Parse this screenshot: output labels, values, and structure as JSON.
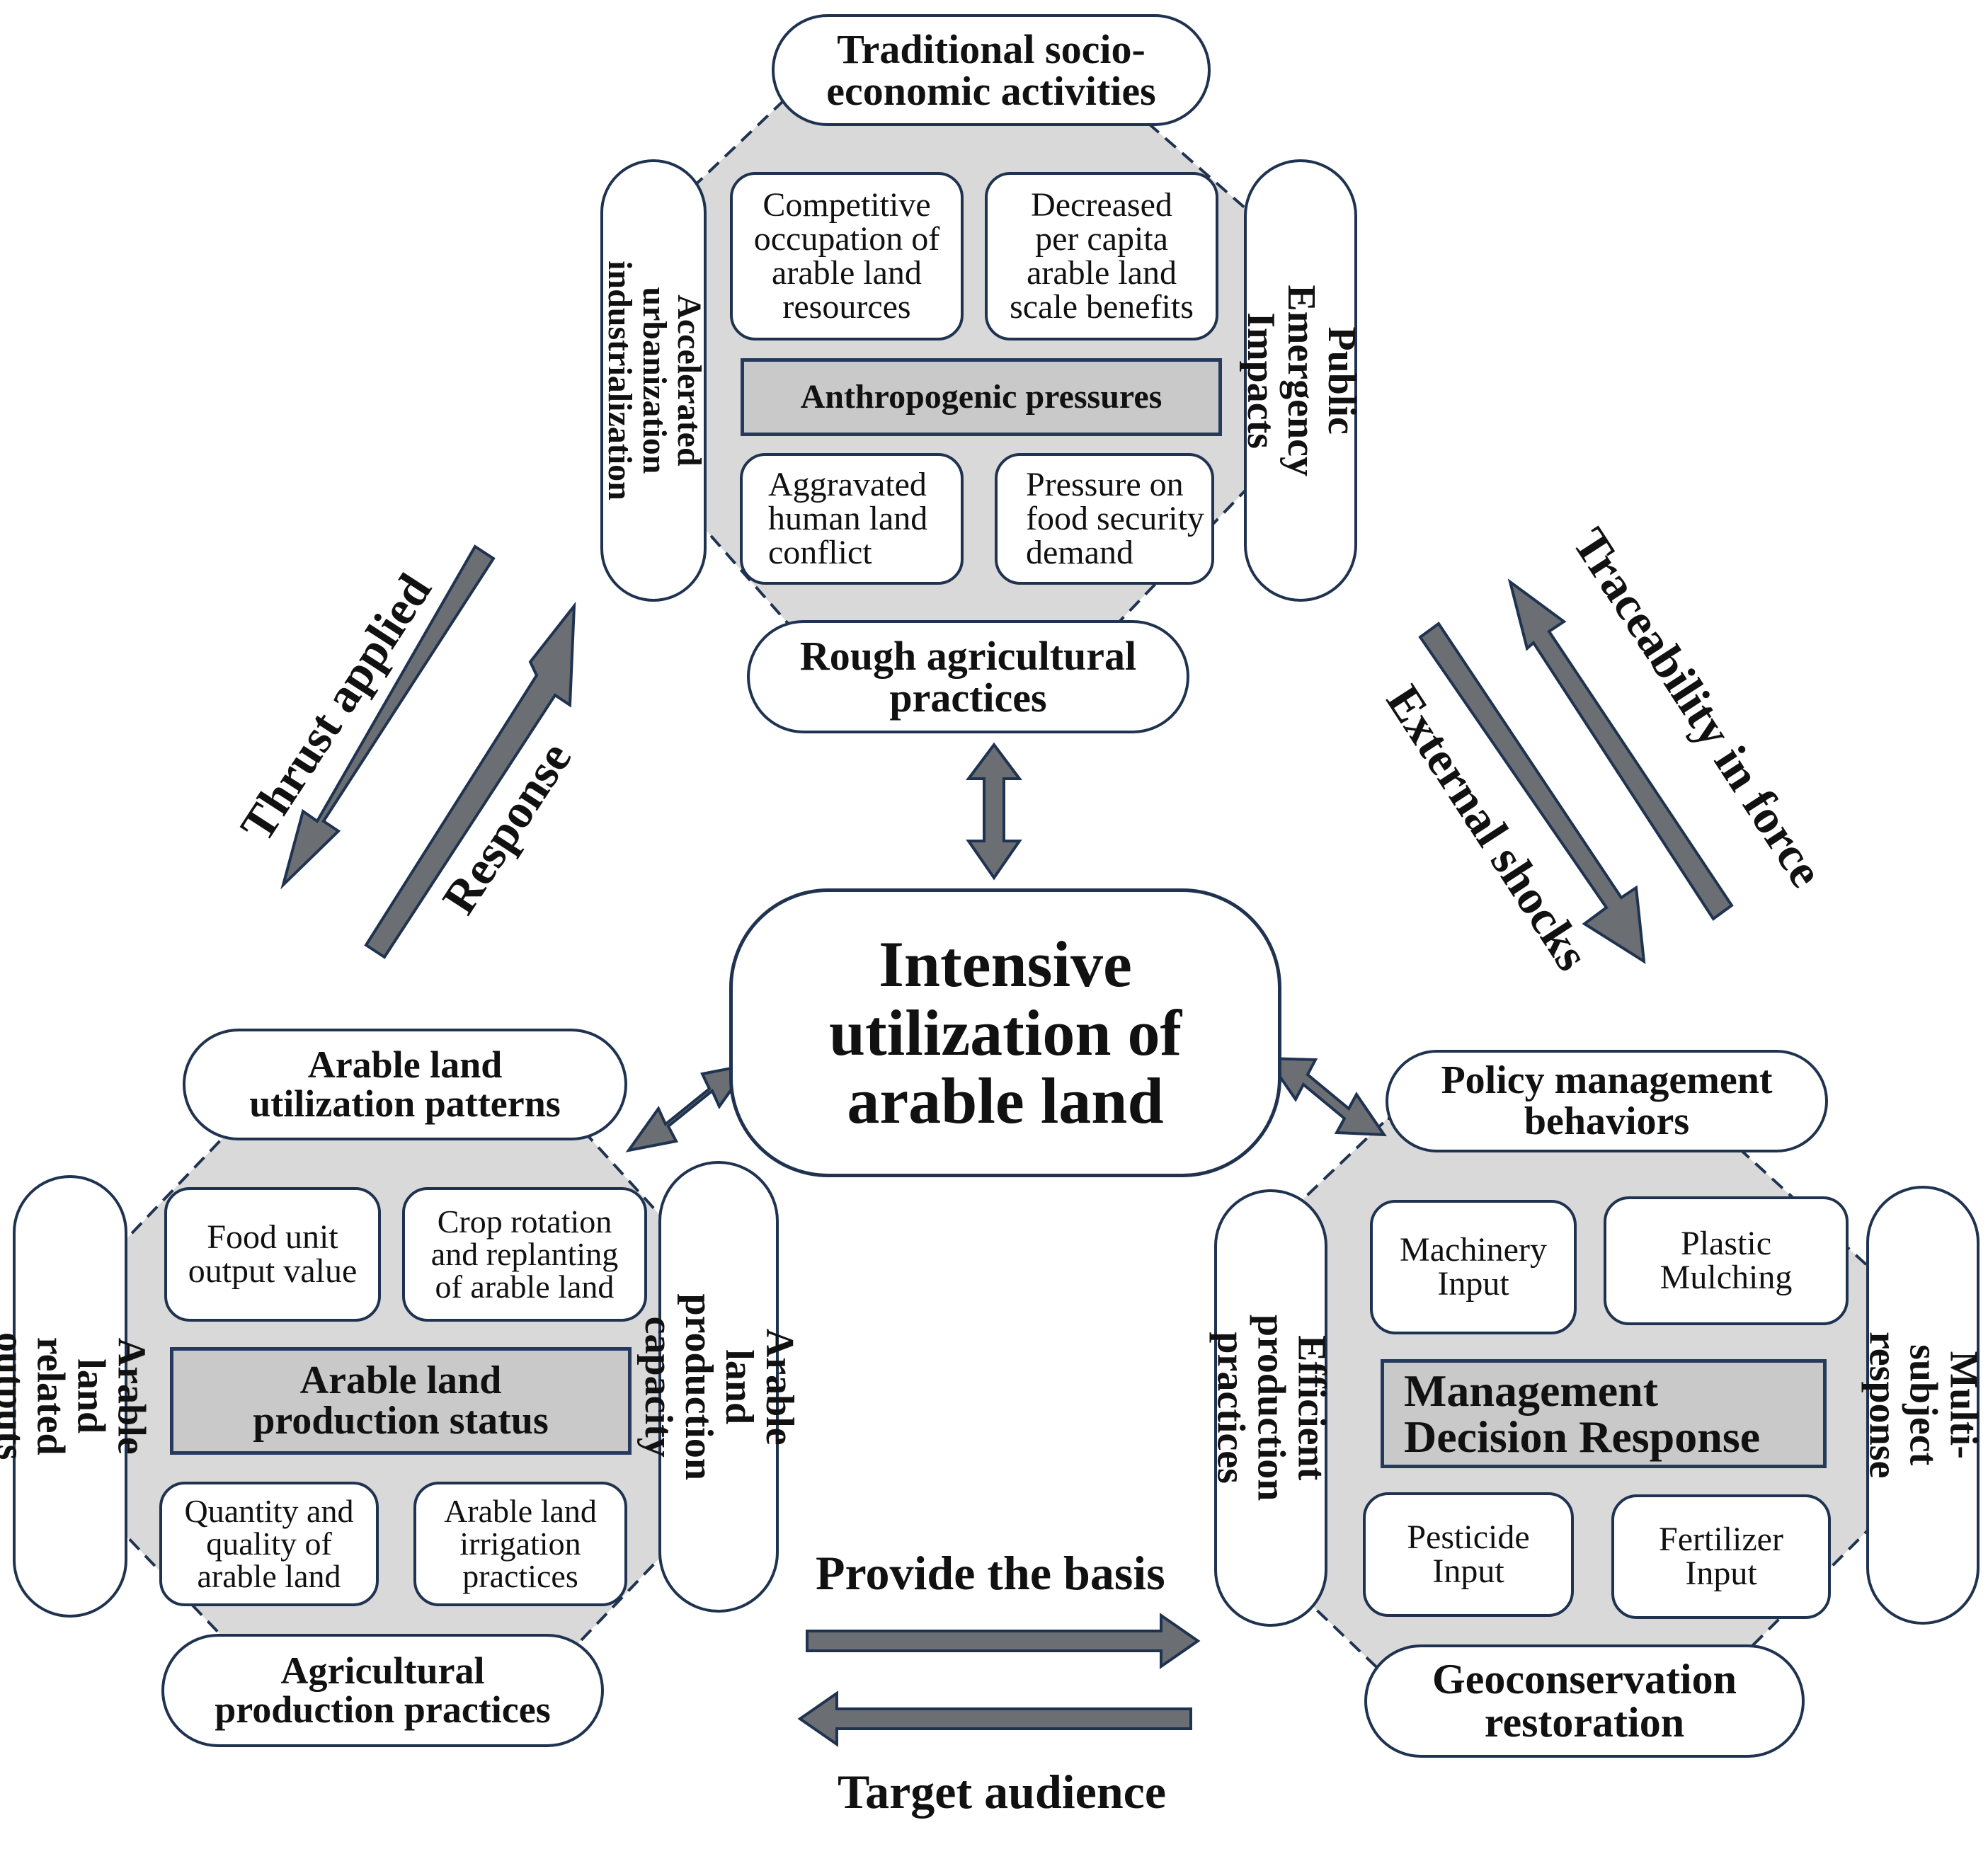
{
  "center": {
    "title": "Intensive\nutilization of\narable land"
  },
  "top": {
    "header": "Traditional socio-\neconomic activities",
    "left": "Accelerated urbanization\nindustrialization",
    "right": "Public Emergency\nImpacts",
    "bottom": "Rough agricultural\npractices",
    "core": "Anthropogenic pressures",
    "boxes": [
      "Competitive\noccupation of\narable land\nresources",
      "Decreased\nper capita\narable land\nscale benefits",
      "Aggravated\nhuman land\nconflict",
      "Pressure on\nfood security\ndemand"
    ]
  },
  "left": {
    "header": "Arable land\nutilization patterns",
    "left": "Arable land related\noutputs",
    "right": "Arable land\nproduction capacity",
    "bottom": "Agricultural\nproduction practices",
    "core": "Arable land\nproduction status",
    "boxes": [
      "Food unit\noutput value",
      "Crop rotation\nand replanting\nof arable land",
      "Quantity and\nquality of\narable land",
      "Arable land\nirrigation\npractices"
    ]
  },
  "right": {
    "header": "Policy management\nbehaviors",
    "left": "Efficient production\npractices",
    "right": "Multi-subject\nresponse",
    "bottom": "Geoconservation\nrestoration",
    "core": "Management\nDecision Response",
    "boxes": [
      "Machinery\nInput",
      "Plastic\nMulching",
      "Pesticide\nInput",
      "Fertilizer\nInput"
    ]
  },
  "flows": {
    "thrust": "Thrust applied",
    "response": "Response",
    "traceability": "Traceability in force",
    "external": "External shocks",
    "basis": "Provide the basis",
    "target": "Target audience"
  },
  "colors": {
    "cluster_fill": "#d9d9d9",
    "border": "#1f3350",
    "arrow": "#6b6e72",
    "core_fill": "#c9c9c9"
  }
}
